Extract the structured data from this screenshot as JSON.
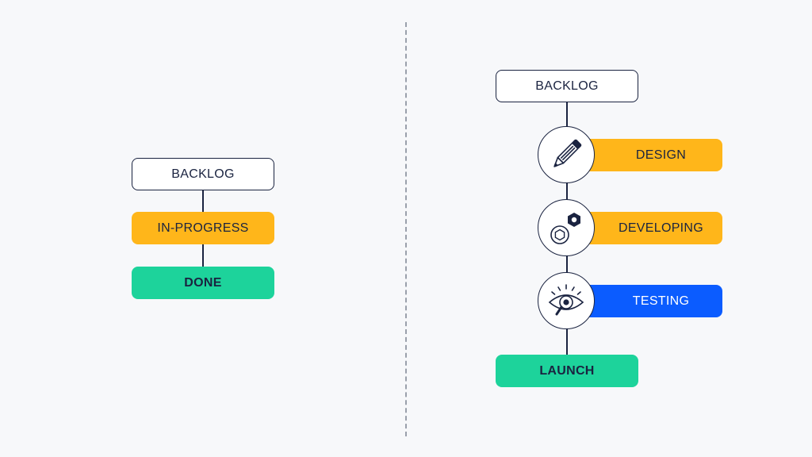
{
  "left_flow": {
    "backlog": "BACKLOG",
    "in_progress": "IN-PROGRESS",
    "done": "DONE"
  },
  "right_flow": {
    "backlog": "BACKLOG",
    "stages": [
      {
        "label": "DESIGN",
        "icon": "pencil-icon",
        "color": "#ffb61a"
      },
      {
        "label": "DEVELOPING",
        "icon": "nuts-icon",
        "color": "#ffb61a"
      },
      {
        "label": "TESTING",
        "icon": "eye-magnifier-icon",
        "color": "#0b5cff"
      }
    ],
    "launch": "LAUNCH"
  },
  "colors": {
    "outline": "#1a2340",
    "yellow": "#ffb61a",
    "green": "#1dd39b",
    "blue": "#0b5cff",
    "background": "#f7f8fa"
  }
}
